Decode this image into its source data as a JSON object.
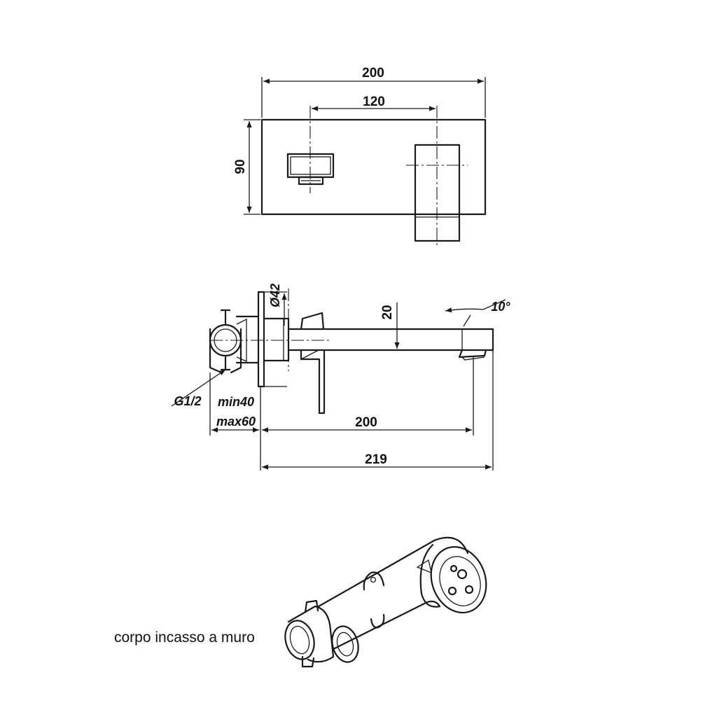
{
  "top_view": {
    "dim_width": "200",
    "dim_spacing": "120",
    "dim_height": "90"
  },
  "side_view": {
    "dim_diameter": "Ø42",
    "dim_spout_height": "20",
    "dim_angle": "10°",
    "dim_thread": "G1/2",
    "dim_min": "min40",
    "dim_max": "max60",
    "dim_reach": "200",
    "dim_total": "219"
  },
  "caption": "corpo incasso a muro"
}
